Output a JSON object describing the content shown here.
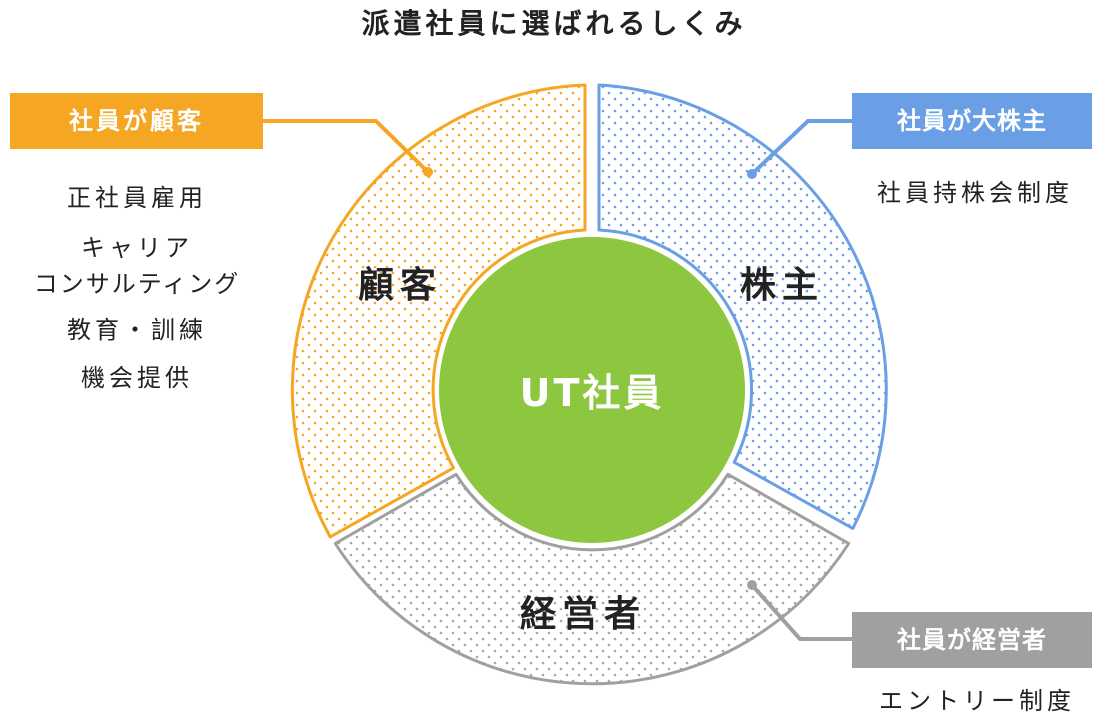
{
  "title": "派遣社員に選ばれるしくみ",
  "center": {
    "label": "UT社員",
    "color": "#8dc63f"
  },
  "segments": {
    "customer": {
      "label": "顧客",
      "color": "#f5a623",
      "badge": "社員が顧客",
      "items": [
        "正社員雇用",
        "キャリア",
        "コンサルティング",
        "教育・訓練",
        "機会提供"
      ]
    },
    "shareholder": {
      "label": "株主",
      "color": "#6a9fe6",
      "badge": "社員が大株主",
      "items": [
        "社員持株会制度"
      ]
    },
    "manager": {
      "label": "経営者",
      "color": "#a0a0a0",
      "badge": "社員が経営者",
      "items": [
        "エントリー制度"
      ]
    }
  }
}
